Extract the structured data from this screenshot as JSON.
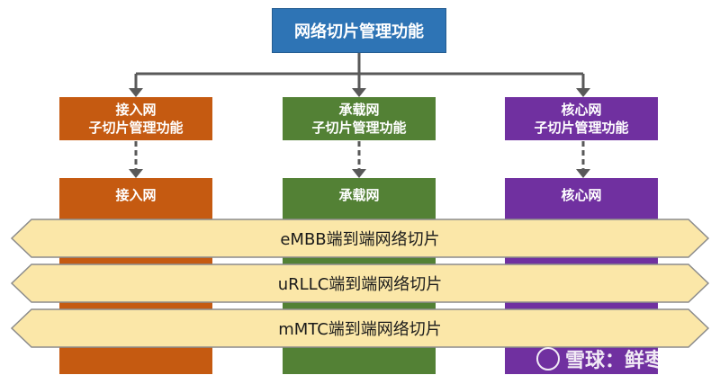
{
  "root": {
    "label": "网络切片管理功能"
  },
  "sub_functions": [
    {
      "line1": "接入网",
      "line2": "子切片管理功能"
    },
    {
      "line1": "承载网",
      "line2": "子切片管理功能"
    },
    {
      "line1": "核心网",
      "line2": "子切片管理功能"
    }
  ],
  "domains": [
    {
      "label": "接入网",
      "color": "#c55a11"
    },
    {
      "label": "承载网",
      "color": "#538135"
    },
    {
      "label": "核心网",
      "color": "#7030a0"
    }
  ],
  "slices": [
    {
      "label": "eMBB端到端网络切片"
    },
    {
      "label": "uRLLC端到端网络切片"
    },
    {
      "label": "mMTC端到端网络切片"
    }
  ],
  "colors": {
    "root": "#2e74b5",
    "connector": "#595959",
    "slice_fill": "#fbe7a8",
    "slice_border": "#8c8c8c"
  },
  "watermark": {
    "text": "雪球：鲜枣课堂"
  }
}
